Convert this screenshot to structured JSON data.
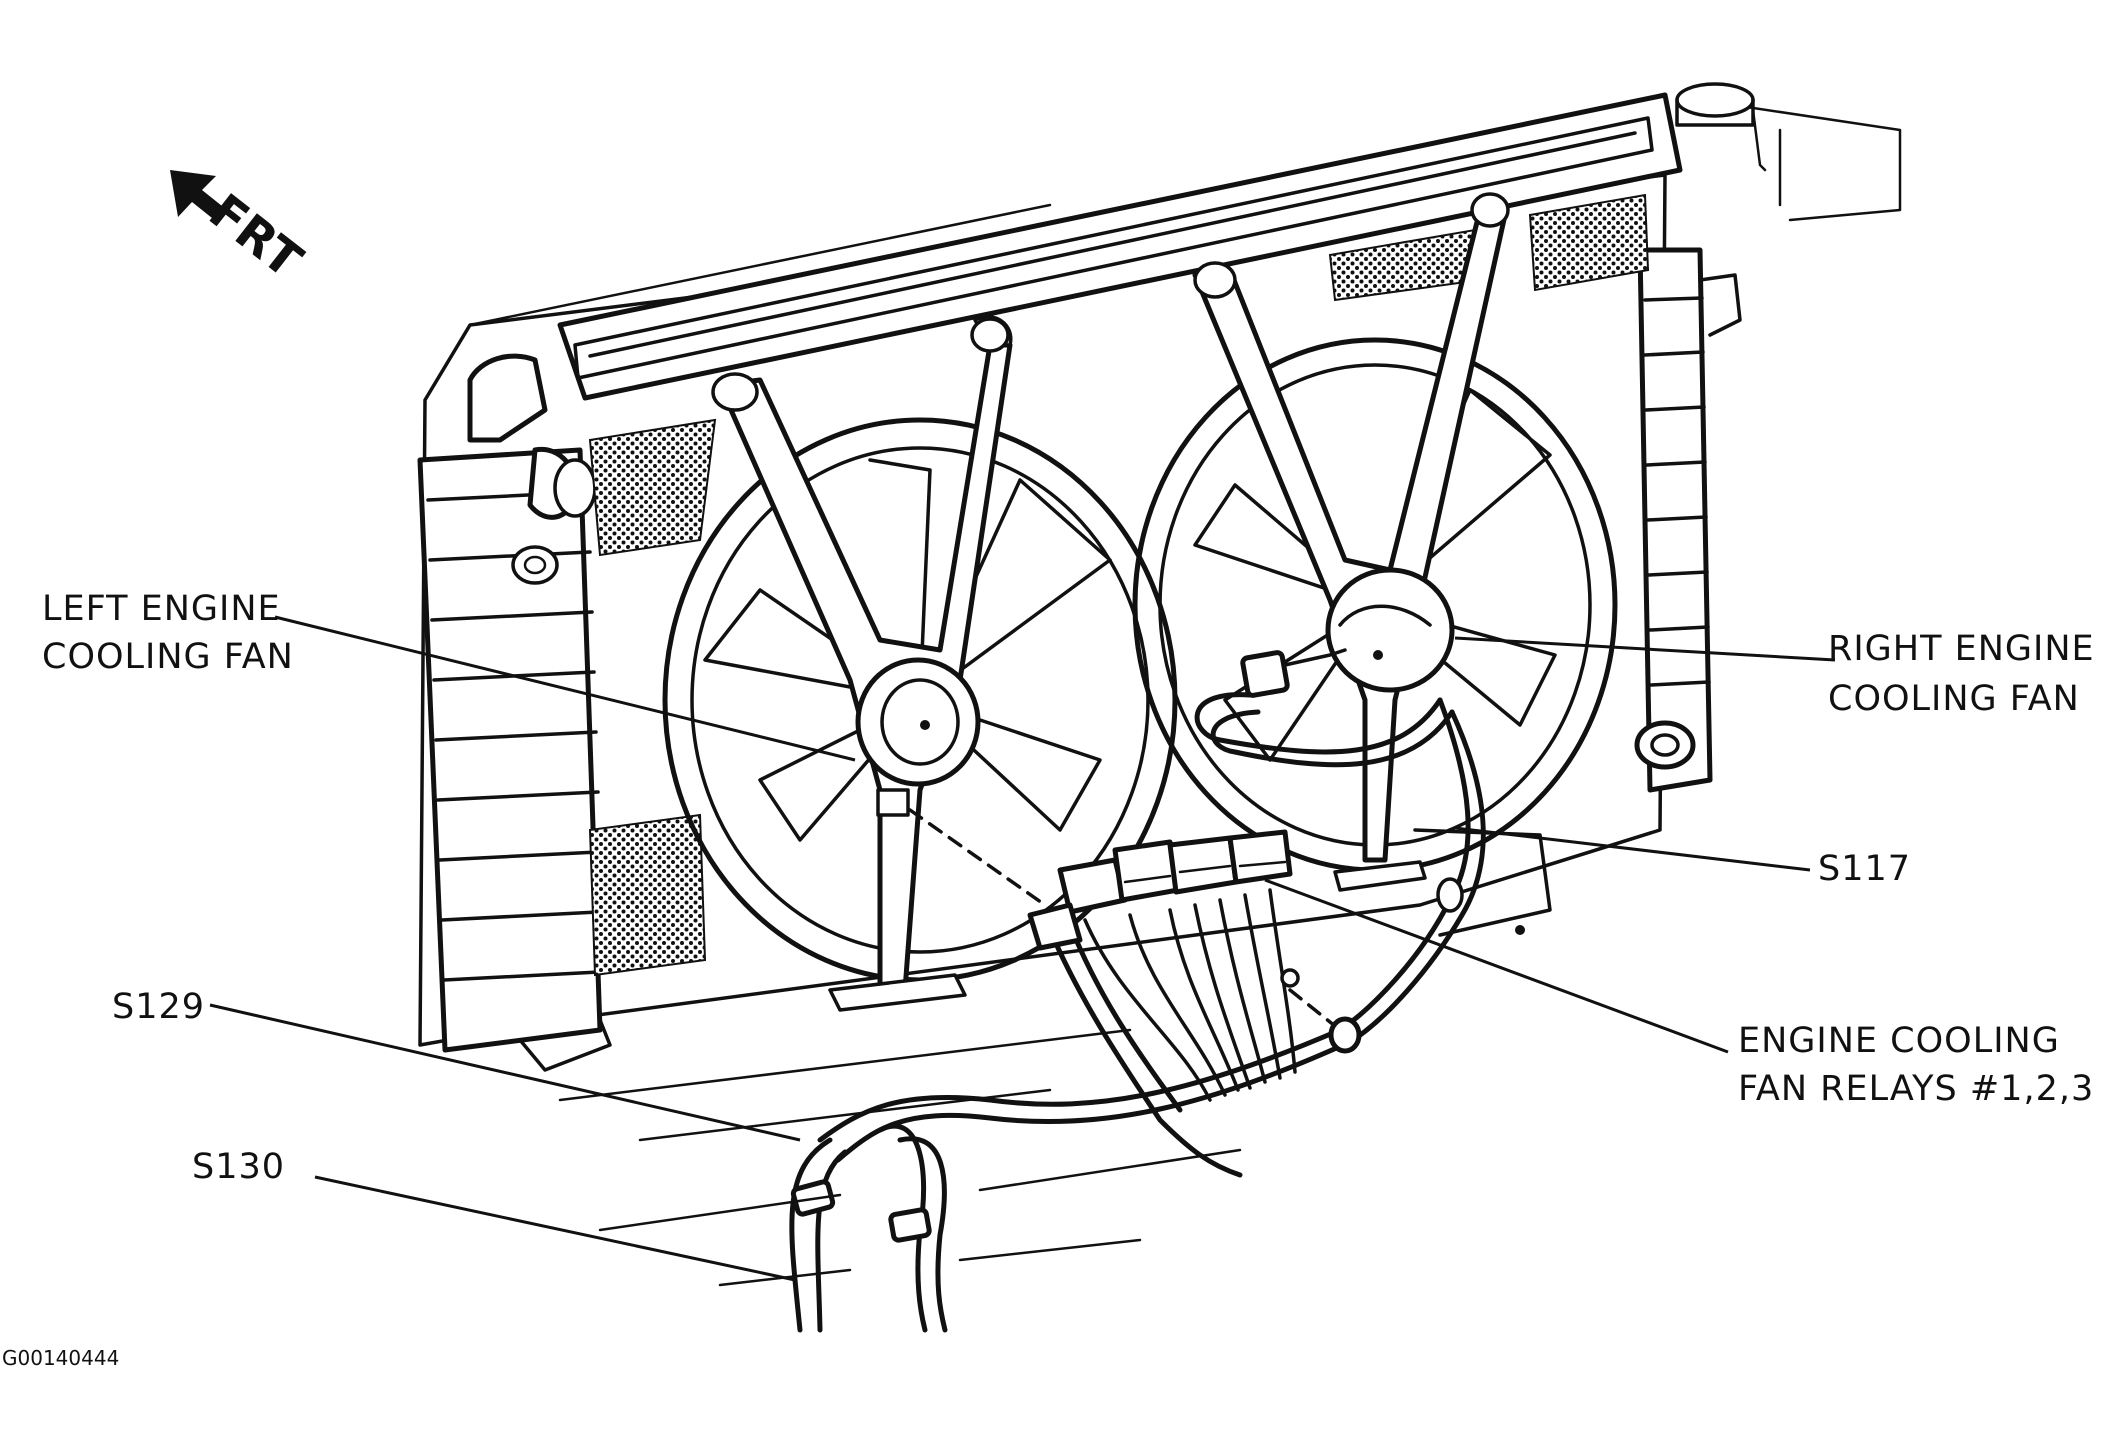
{
  "orientation": {
    "label": "FRT",
    "icon": "front-arrow-icon"
  },
  "callouts": {
    "left_fan": [
      "LEFT ENGINE",
      "COOLING FAN"
    ],
    "right_fan": [
      "RIGHT ENGINE",
      "COOLING FAN"
    ],
    "s117": "S117",
    "relays": [
      "ENGINE COOLING",
      "FAN RELAYS #1,2,3"
    ],
    "s129": "S129",
    "s130": "S130"
  },
  "figure_id": "G00140444"
}
